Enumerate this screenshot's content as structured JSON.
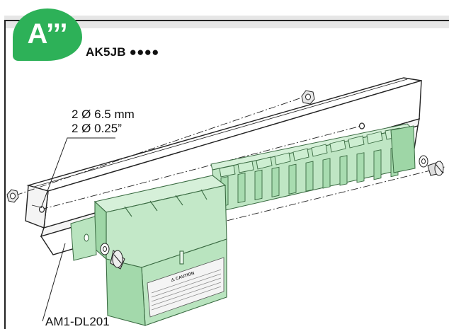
{
  "badge": {
    "text": "A’’’"
  },
  "model": {
    "text": "AK5JB ●●●●"
  },
  "hole_spec": {
    "line1": "2 Ø 6.5 mm",
    "line2": "2 Ø 0.25”"
  },
  "part_label": {
    "text": "AM1-DL201"
  },
  "caution_label": {
    "heading": "⚠ CAUTION"
  },
  "colors": {
    "module": "#bfe6c4",
    "module_dark": "#8fcf98",
    "badge": "#2db158",
    "rail": "#ffffff",
    "outline": "#222222"
  }
}
